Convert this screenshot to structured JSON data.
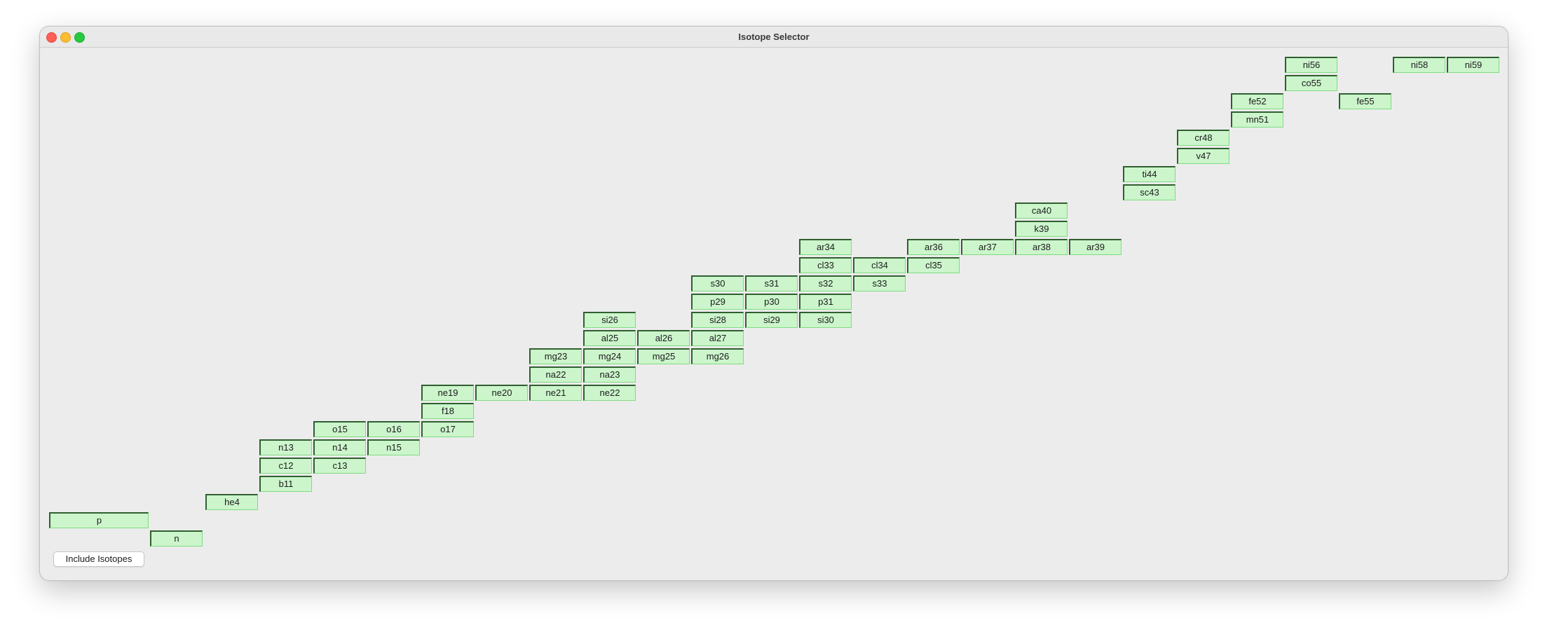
{
  "window": {
    "title": "Isotope Selector"
  },
  "isotopes": [
    "ni56",
    "ni58",
    "ni59",
    "co55",
    "fe52",
    "fe55",
    "mn51",
    "cr48",
    "v47",
    "ti44",
    "sc43",
    "ca40",
    "k39",
    "ar34",
    "ar36",
    "ar37",
    "ar38",
    "ar39",
    "cl33",
    "cl34",
    "cl35",
    "s30",
    "s31",
    "s32",
    "s33",
    "p29",
    "p30",
    "p31",
    "si26",
    "si28",
    "si29",
    "si30",
    "al25",
    "al26",
    "al27",
    "mg23",
    "mg24",
    "mg25",
    "mg26",
    "na22",
    "na23",
    "ne19",
    "ne20",
    "ne21",
    "ne22",
    "f18",
    "o15",
    "o16",
    "o17",
    "n13",
    "n14",
    "n15",
    "c12",
    "c13",
    "b11",
    "he4",
    "p",
    "n"
  ],
  "include_isotopes_label": "Include Isotopes"
}
